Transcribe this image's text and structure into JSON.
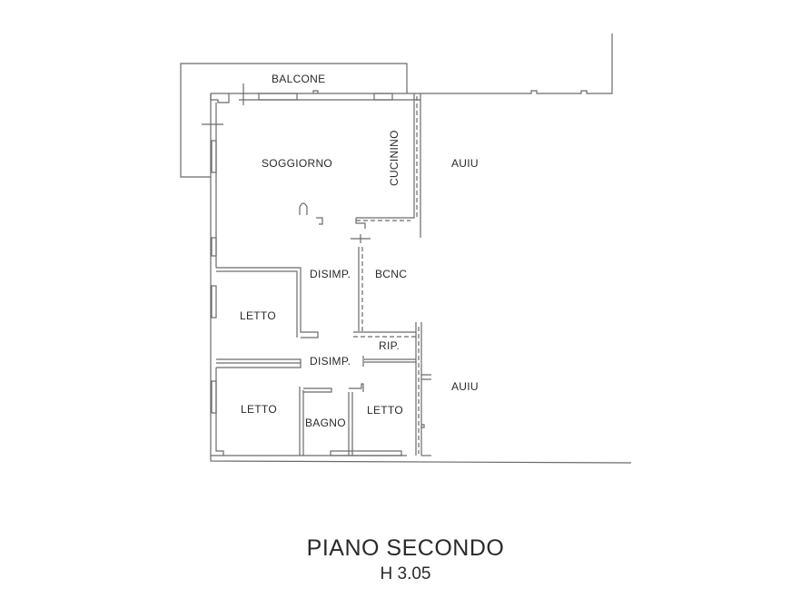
{
  "floor_plan": {
    "title": "PIANO SECONDO",
    "height_label": "H 3.05",
    "rooms": [
      {
        "id": "balcone",
        "label": "BALCONE"
      },
      {
        "id": "soggiorno",
        "label": "SOGGIORNO"
      },
      {
        "id": "cucinino",
        "label": "CUCININO"
      },
      {
        "id": "auiu_top",
        "label": "AUIU"
      },
      {
        "id": "disimp_1",
        "label": "DISIMP."
      },
      {
        "id": "bcnc",
        "label": "BCNC"
      },
      {
        "id": "letto_1",
        "label": "LETTO"
      },
      {
        "id": "rip",
        "label": "RIP."
      },
      {
        "id": "disimp_2",
        "label": "DISIMP."
      },
      {
        "id": "auiu_bottom",
        "label": "AUIU"
      },
      {
        "id": "letto_2",
        "label": "LETTO"
      },
      {
        "id": "bagno",
        "label": "BAGNO"
      },
      {
        "id": "letto_3",
        "label": "LETTO"
      }
    ],
    "colors": {
      "line": "#6a6a6a",
      "text": "#2a2a2a",
      "background": "#ffffff"
    }
  }
}
